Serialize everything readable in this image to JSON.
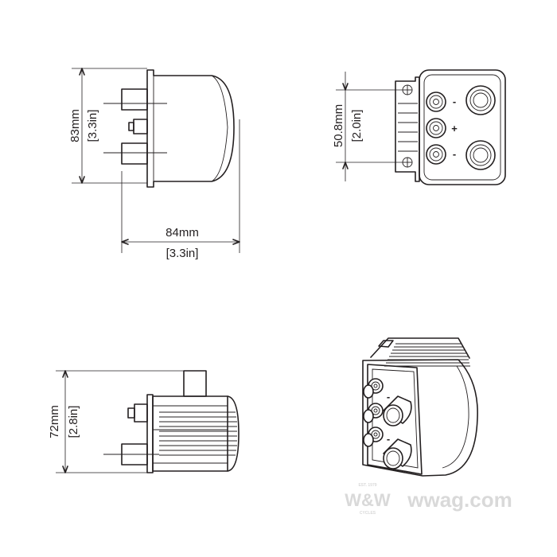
{
  "views": {
    "side": {
      "height_mm": "83mm",
      "height_in": "[3.3in]",
      "width_mm": "84mm",
      "width_in": "[3.3in]"
    },
    "front": {
      "height_mm": "50.8mm",
      "height_in": "[2.0in]",
      "signs": [
        "-",
        "+",
        "-"
      ]
    },
    "bottom": {
      "height_mm": "72mm",
      "height_in": "[2.8in]"
    },
    "iso": {
      "signs": [
        "-",
        "-"
      ]
    }
  },
  "watermark": {
    "brand": "W&W",
    "site": "wwag.com",
    "est": "EST. 1979",
    "sub": "CYCLES"
  },
  "colors": {
    "line": "#231f20",
    "watermark": "#d9d9d9"
  }
}
